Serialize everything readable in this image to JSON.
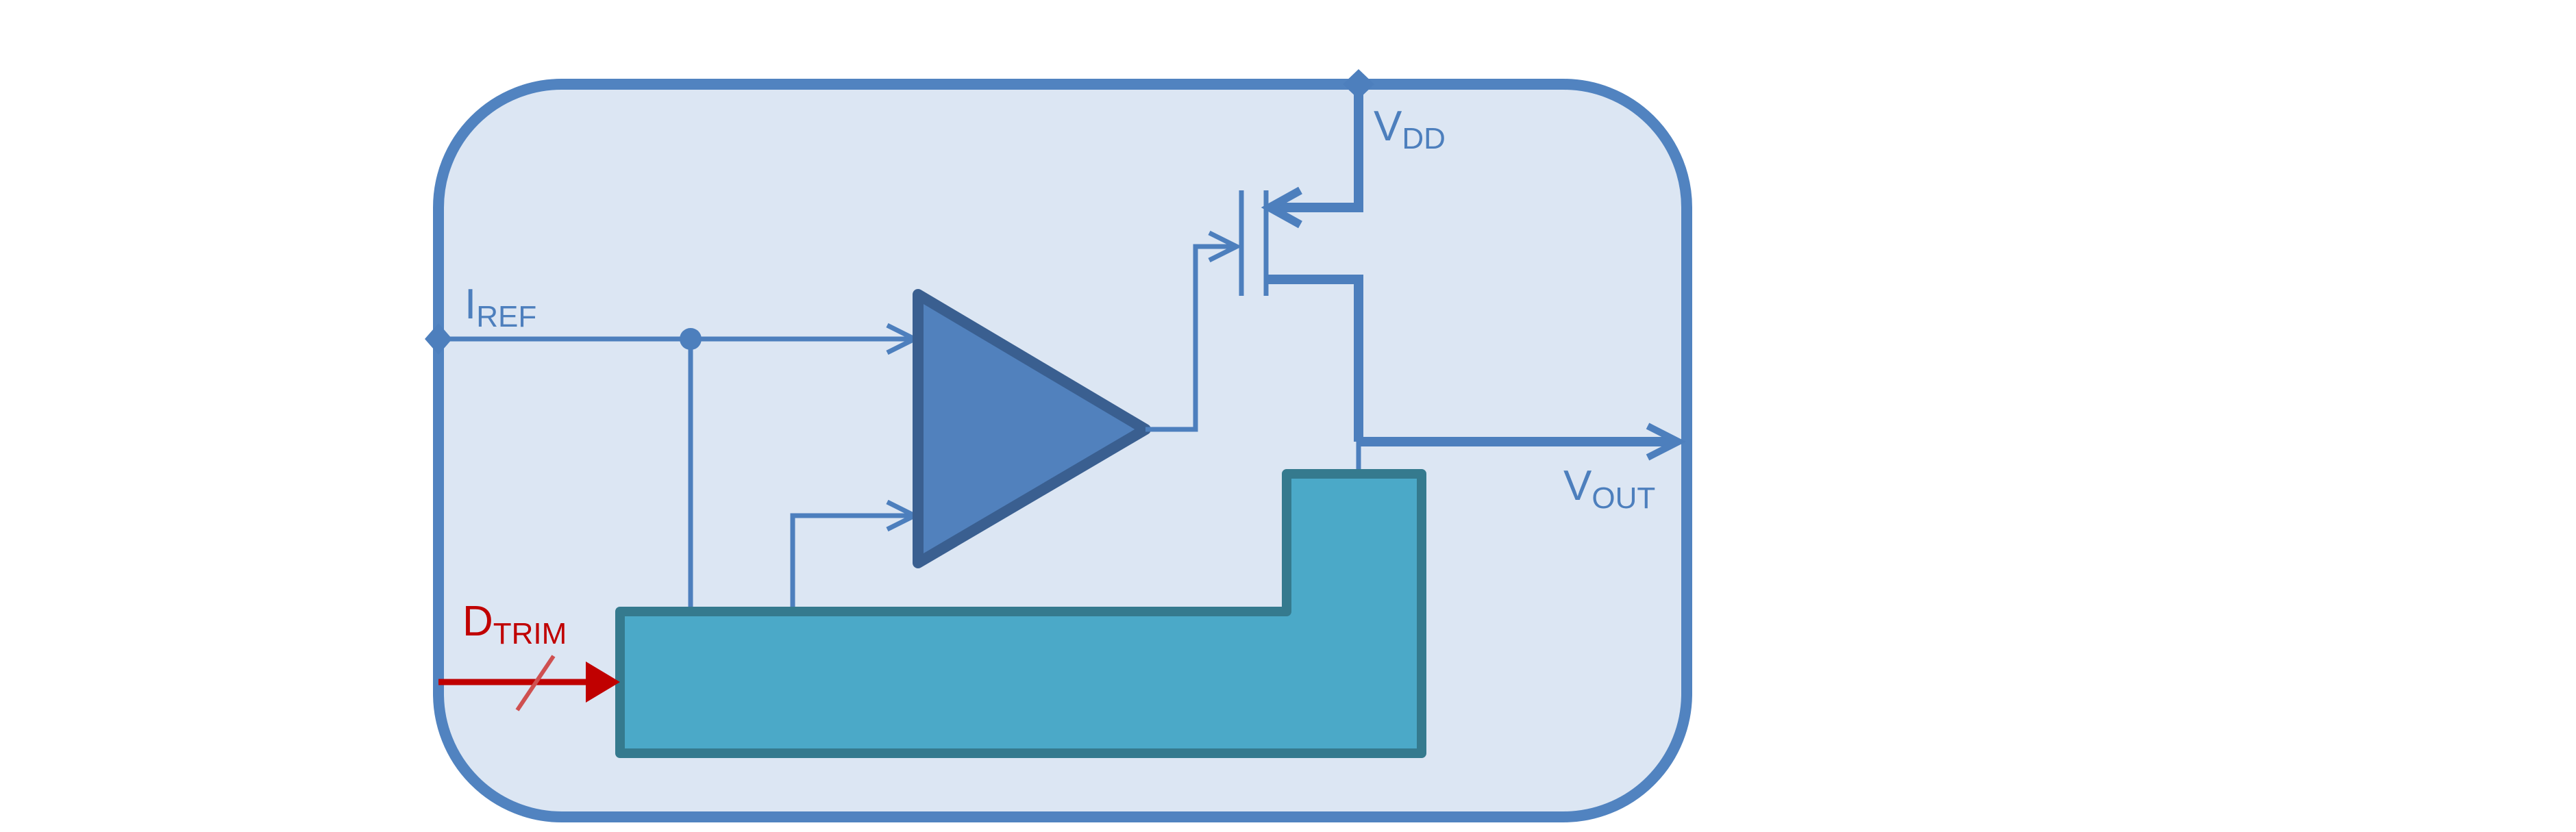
{
  "labels": {
    "vdd_main": "V",
    "vdd_sub": "DD",
    "iref_main": "I",
    "iref_sub": "REF",
    "vout_main": "V",
    "vout_sub": "OUT",
    "dtrim_main": "D",
    "dtrim_sub": "TRIM"
  },
  "colors": {
    "canvas": "#ffffff",
    "block_fill": "#dce6f3",
    "block_border": "#5183c0",
    "wire": "#4d7fbd",
    "amp_fill": "#5181bd",
    "amp_border": "#3a5f90",
    "trim_fill": "#4ba9c8",
    "trim_border": "#357a8e",
    "trim_signal": "#c00000",
    "trim_slash": "#cf5050"
  }
}
